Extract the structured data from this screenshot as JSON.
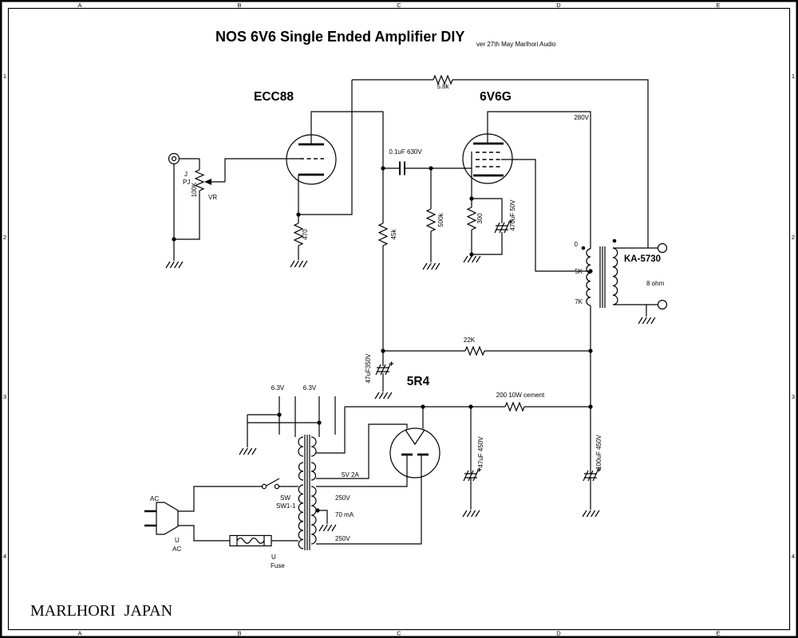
{
  "header": {
    "title": "NOS 6V6 Single Ended Amplifier DIY",
    "version": "ver 27th May Marlhori Audio"
  },
  "footer": {
    "brand": "MARLHORI JAPAN"
  },
  "frame": {
    "cols": [
      "A",
      "B",
      "C",
      "D",
      "E"
    ],
    "rows": [
      "1",
      "2",
      "3",
      "4"
    ]
  },
  "tubes": {
    "preamp": "ECC88",
    "power": "6V6G",
    "rectifier": "5R4"
  },
  "input_stage": {
    "jack": "J",
    "jack_type": "PJ",
    "pot_value": "100K",
    "pot_name": "VR",
    "cathode_r": "470",
    "feedback_r": "5.8k",
    "plate_r": "45k"
  },
  "coupling": {
    "cap": "0.1uF 630V",
    "grid_r": "500k"
  },
  "output_stage": {
    "plate_voltage": "280V",
    "cathode_r": "300",
    "cathode_cap": "470uF 50V",
    "screen_feed_r": "22K",
    "decoupling_cap": "47uF350V"
  },
  "output_transformer": {
    "model": "KA-5730",
    "tap_0": "0",
    "tap_5k": "5K",
    "tap_7k": "7K",
    "impedance": "8 ohm"
  },
  "power_supply": {
    "filter_r": "200 10W cement",
    "filter_cap_1": "47uF 450V",
    "filter_cap_2": "100uF 450V",
    "heater_1": "6.3V",
    "heater_2": "6.3V",
    "rectifier_heater": "5V 2A",
    "ht_upper": "250V",
    "ht_current": "70 mA",
    "ht_lower": "250V",
    "switch_label_1": "SW",
    "switch_label_2": "SW1-1",
    "ac_label": "AC",
    "plug_u": "U",
    "plug_ac": "AC",
    "fuse_u": "U",
    "fuse_label": "Fuse"
  }
}
